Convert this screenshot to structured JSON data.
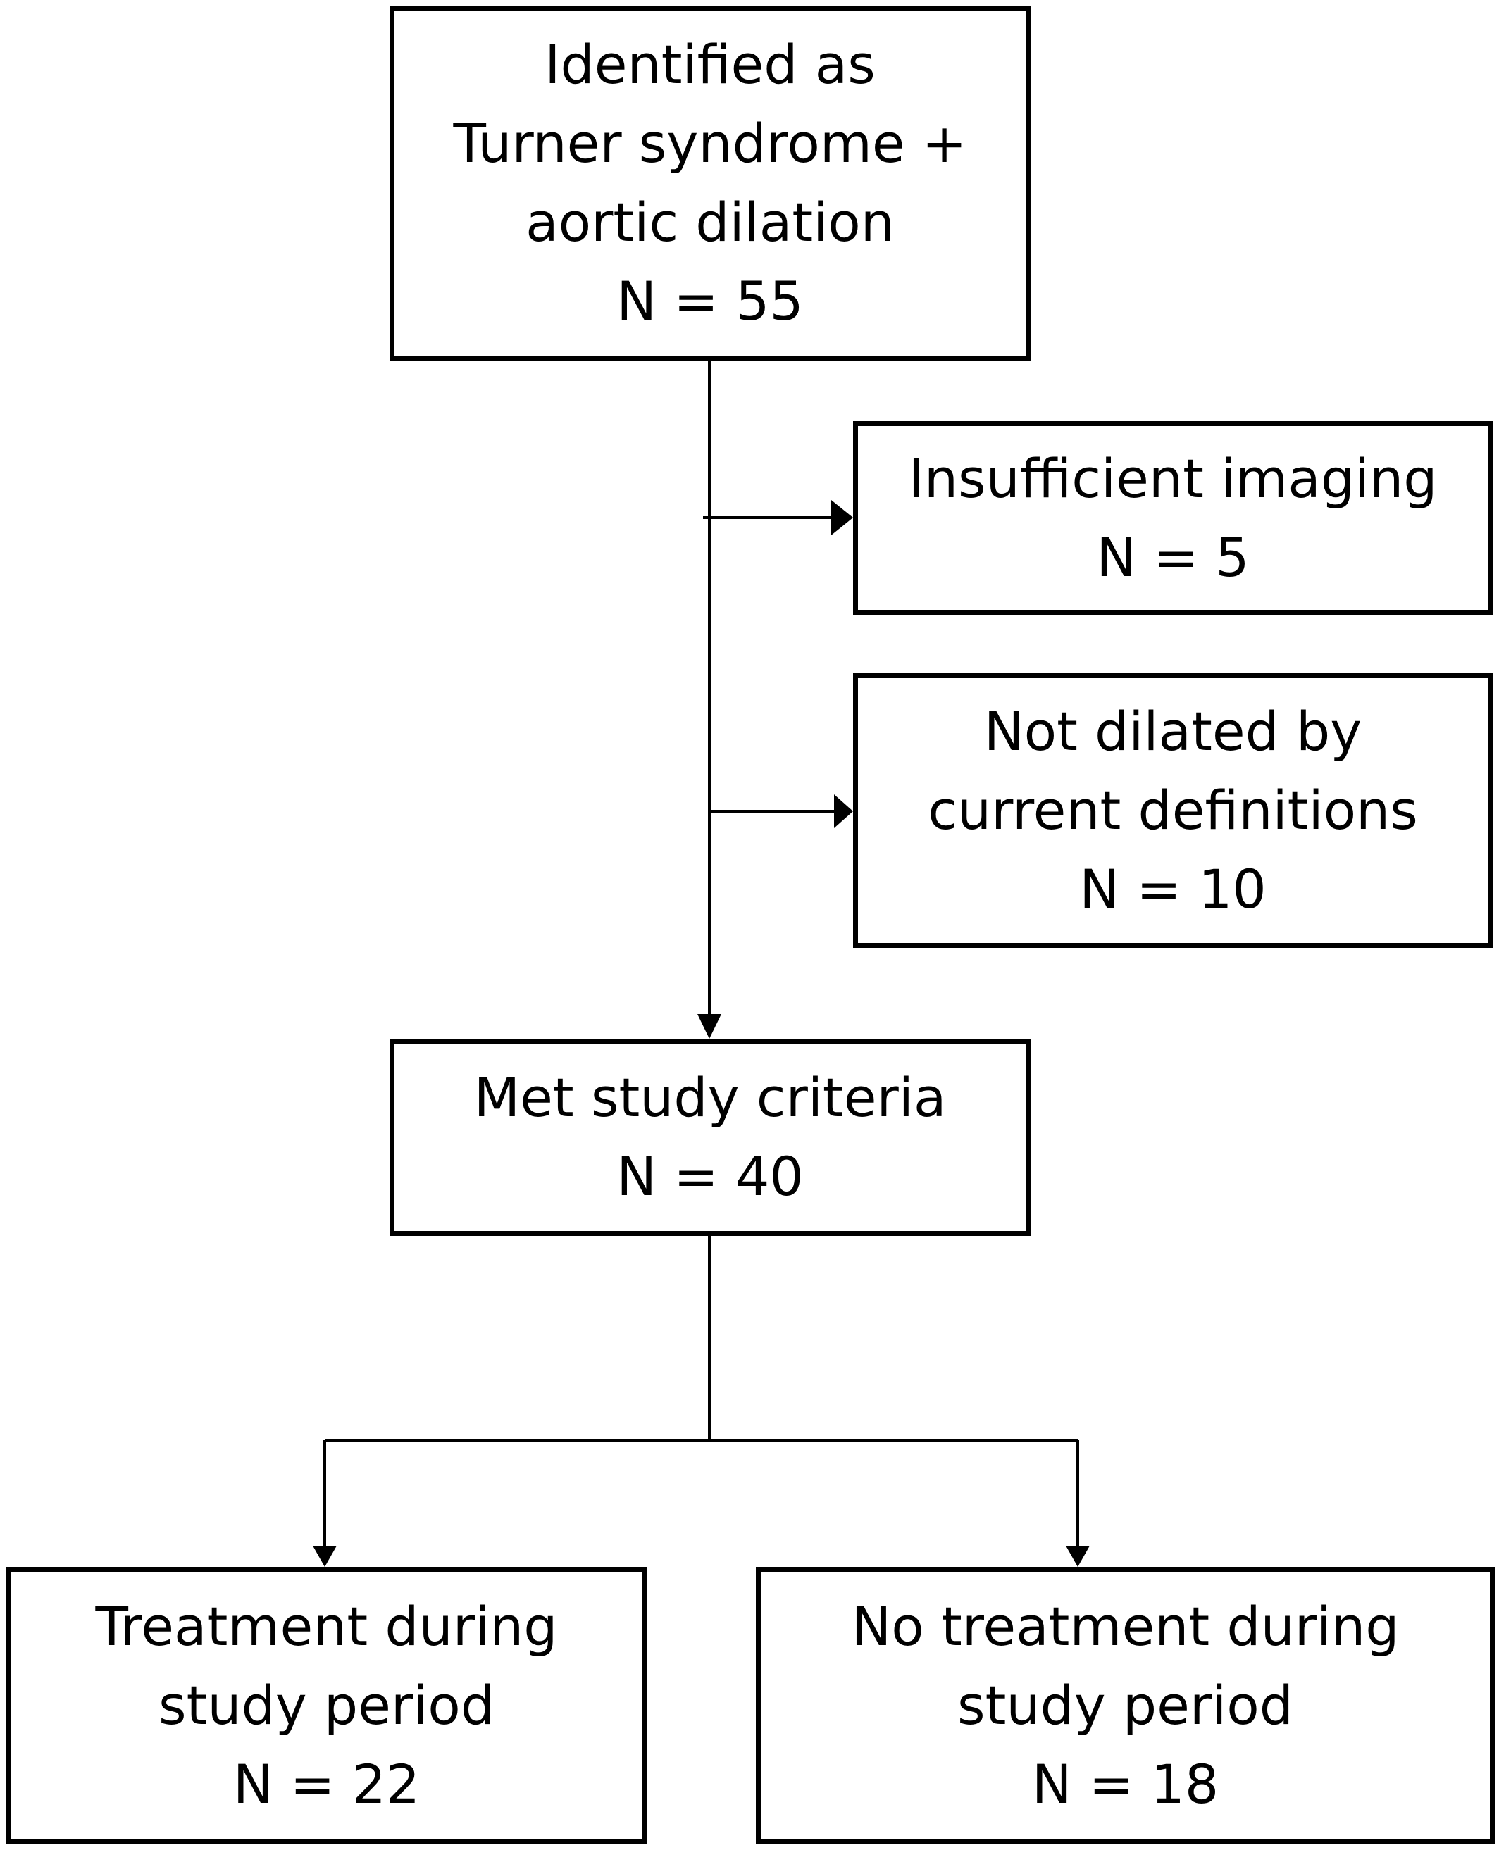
{
  "flowchart": {
    "identified": {
      "lines": [
        "Identified as",
        "Turner syndrome +",
        "aortic dilation",
        "N = 55"
      ]
    },
    "insufficient_imaging": {
      "lines": [
        "Insufficient imaging",
        "N = 5"
      ]
    },
    "not_dilated": {
      "lines": [
        "Not dilated by",
        "current definitions",
        "N = 10"
      ]
    },
    "met_criteria": {
      "lines": [
        "Met study criteria",
        "N = 40"
      ]
    },
    "treatment": {
      "lines": [
        "Treatment during",
        "study period",
        "N = 22"
      ]
    },
    "no_treatment": {
      "lines": [
        "No treatment during",
        "study period",
        "N = 18"
      ]
    }
  },
  "colors": {
    "stroke": "#000000",
    "background": "#ffffff"
  }
}
